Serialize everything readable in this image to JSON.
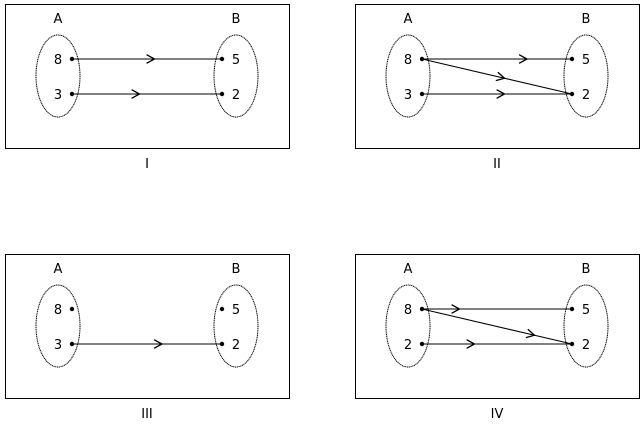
{
  "panels": [
    {
      "caption": "I",
      "set_a_label": "A",
      "set_b_label": "B",
      "a": [
        "8",
        "3"
      ],
      "b": [
        "5",
        "2"
      ],
      "mappings": [
        [
          0,
          0
        ],
        [
          1,
          1
        ]
      ]
    },
    {
      "caption": "II",
      "set_a_label": "A",
      "set_b_label": "B",
      "a": [
        "8",
        "3"
      ],
      "b": [
        "5",
        "2"
      ],
      "mappings": [
        [
          0,
          0
        ],
        [
          0,
          1
        ],
        [
          1,
          1
        ]
      ]
    },
    {
      "caption": "III",
      "set_a_label": "A",
      "set_b_label": "B",
      "a": [
        "8",
        "3"
      ],
      "b": [
        "5",
        "2"
      ],
      "mappings": [
        [
          1,
          1
        ]
      ]
    },
    {
      "caption": "IV",
      "set_a_label": "A",
      "set_b_label": "B",
      "a": [
        "8",
        "2"
      ],
      "b": [
        "5",
        "2"
      ],
      "mappings": [
        [
          0,
          0
        ],
        [
          0,
          1
        ],
        [
          1,
          1
        ]
      ]
    }
  ]
}
